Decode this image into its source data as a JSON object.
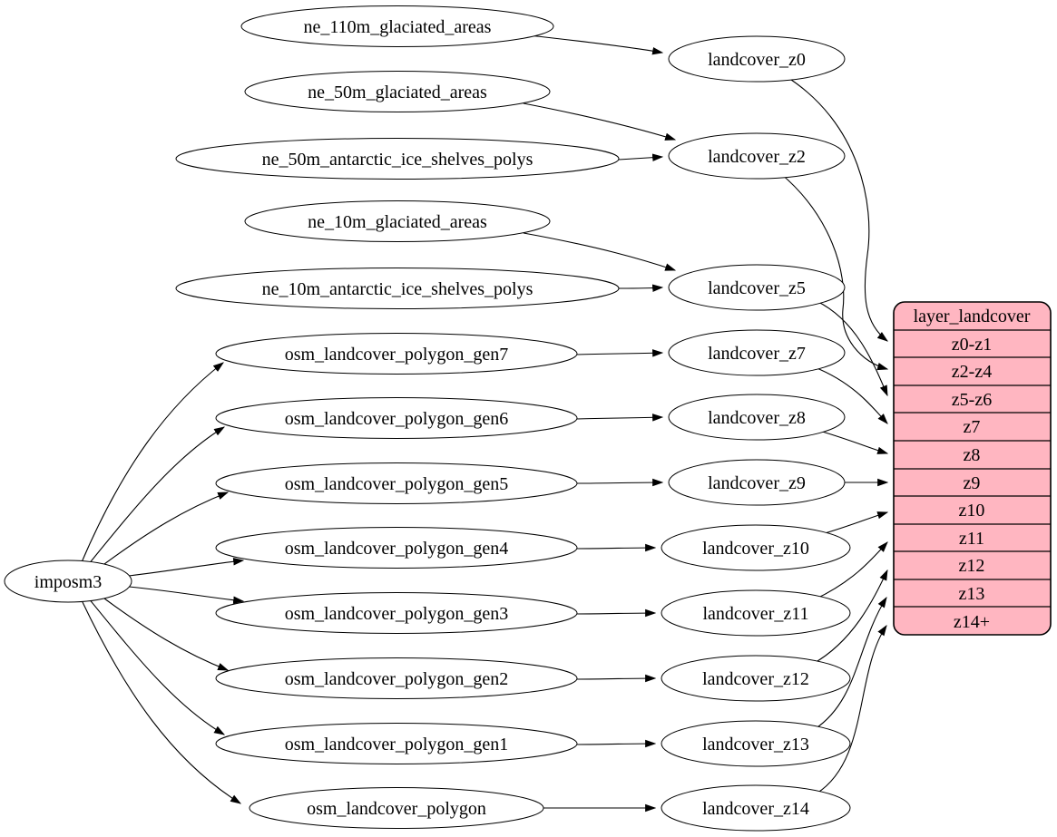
{
  "colors": {
    "background": "#ffffff",
    "node_fill": "#ffffff",
    "stroke": "#000000",
    "table_fill": "#ffb6c1"
  },
  "nodes": {
    "imposm3": "imposm3",
    "ne_110m_glaciated_areas": "ne_110m_glaciated_areas",
    "ne_50m_glaciated_areas": "ne_50m_glaciated_areas",
    "ne_50m_antarctic_ice_shelves_polys": "ne_50m_antarctic_ice_shelves_polys",
    "ne_10m_glaciated_areas": "ne_10m_glaciated_areas",
    "ne_10m_antarctic_ice_shelves_polys": "ne_10m_antarctic_ice_shelves_polys",
    "osm_landcover_polygon_gen7": "osm_landcover_polygon_gen7",
    "osm_landcover_polygon_gen6": "osm_landcover_polygon_gen6",
    "osm_landcover_polygon_gen5": "osm_landcover_polygon_gen5",
    "osm_landcover_polygon_gen4": "osm_landcover_polygon_gen4",
    "osm_landcover_polygon_gen3": "osm_landcover_polygon_gen3",
    "osm_landcover_polygon_gen2": "osm_landcover_polygon_gen2",
    "osm_landcover_polygon_gen1": "osm_landcover_polygon_gen1",
    "osm_landcover_polygon": "osm_landcover_polygon",
    "landcover_z0": "landcover_z0",
    "landcover_z2": "landcover_z2",
    "landcover_z5": "landcover_z5",
    "landcover_z7": "landcover_z7",
    "landcover_z8": "landcover_z8",
    "landcover_z9": "landcover_z9",
    "landcover_z10": "landcover_z10",
    "landcover_z11": "landcover_z11",
    "landcover_z12": "landcover_z12",
    "landcover_z13": "landcover_z13",
    "landcover_z14": "landcover_z14"
  },
  "table": {
    "title": "layer_landcover",
    "rows": [
      "z0-z1",
      "z2-z4",
      "z5-z6",
      "z7",
      "z8",
      "z9",
      "z10",
      "z11",
      "z12",
      "z13",
      "z14+"
    ]
  },
  "edges": [
    {
      "from": "ne_110m_glaciated_areas",
      "to": "landcover_z0"
    },
    {
      "from": "ne_50m_glaciated_areas",
      "to": "landcover_z2"
    },
    {
      "from": "ne_50m_antarctic_ice_shelves_polys",
      "to": "landcover_z2"
    },
    {
      "from": "ne_10m_glaciated_areas",
      "to": "landcover_z5"
    },
    {
      "from": "ne_10m_antarctic_ice_shelves_polys",
      "to": "landcover_z5"
    },
    {
      "from": "osm_landcover_polygon_gen7",
      "to": "landcover_z7"
    },
    {
      "from": "osm_landcover_polygon_gen6",
      "to": "landcover_z8"
    },
    {
      "from": "osm_landcover_polygon_gen5",
      "to": "landcover_z9"
    },
    {
      "from": "osm_landcover_polygon_gen4",
      "to": "landcover_z10"
    },
    {
      "from": "osm_landcover_polygon_gen3",
      "to": "landcover_z11"
    },
    {
      "from": "osm_landcover_polygon_gen2",
      "to": "landcover_z12"
    },
    {
      "from": "osm_landcover_polygon_gen1",
      "to": "landcover_z13"
    },
    {
      "from": "osm_landcover_polygon",
      "to": "landcover_z14"
    },
    {
      "from": "imposm3",
      "to": "osm_landcover_polygon_gen7"
    },
    {
      "from": "imposm3",
      "to": "osm_landcover_polygon_gen6"
    },
    {
      "from": "imposm3",
      "to": "osm_landcover_polygon_gen5"
    },
    {
      "from": "imposm3",
      "to": "osm_landcover_polygon_gen4"
    },
    {
      "from": "imposm3",
      "to": "osm_landcover_polygon_gen3"
    },
    {
      "from": "imposm3",
      "to": "osm_landcover_polygon_gen2"
    },
    {
      "from": "imposm3",
      "to": "osm_landcover_polygon_gen1"
    },
    {
      "from": "imposm3",
      "to": "osm_landcover_polygon"
    },
    {
      "from": "landcover_z0",
      "to": "z0-z1"
    },
    {
      "from": "landcover_z2",
      "to": "z2-z4"
    },
    {
      "from": "landcover_z5",
      "to": "z5-z6"
    },
    {
      "from": "landcover_z7",
      "to": "z7"
    },
    {
      "from": "landcover_z8",
      "to": "z8"
    },
    {
      "from": "landcover_z9",
      "to": "z9"
    },
    {
      "from": "landcover_z10",
      "to": "z10"
    },
    {
      "from": "landcover_z11",
      "to": "z11"
    },
    {
      "from": "landcover_z12",
      "to": "z12"
    },
    {
      "from": "landcover_z13",
      "to": "z13"
    },
    {
      "from": "landcover_z14",
      "to": "z14+"
    }
  ]
}
